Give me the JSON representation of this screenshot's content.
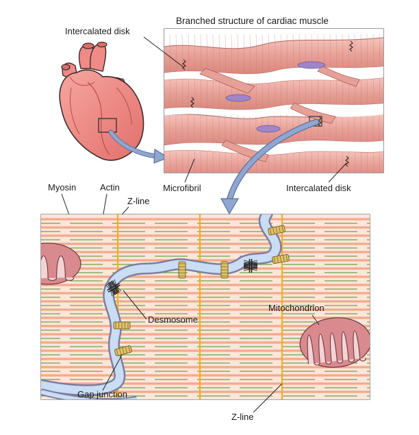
{
  "title": "Branched structure of cardiac muscle",
  "labels": {
    "intercalated_disk_top": "Intercalated disk",
    "microfibril": "Microfibril",
    "intercalated_disk_right": "Intercalated disk",
    "myosin": "Myosin",
    "actin": "Actin",
    "z_line_top": "Z-line",
    "desmosome": "Desmosome",
    "mitochondrion": "Mitochondrion",
    "gap_junction": "Gap junction",
    "z_line_bottom": "Z-line"
  },
  "colors": {
    "heart": "#f08a86",
    "heart_outline": "#3a2a2a",
    "muscle_fiber": "#e7a097",
    "muscle_striation": "#c9786e",
    "nucleus": "#9e86c9",
    "arrow": "#8fa6d2",
    "panel_bg": "#ffffff",
    "myosin": "#f2a98d",
    "actin": "#6aa34a",
    "z_line": "#f2b010",
    "membrane": "#8f8fb0",
    "cell_gap": "#c9ddf4",
    "mitochondrion": "#d98a8f",
    "gap_junction": "#e0c36a"
  }
}
